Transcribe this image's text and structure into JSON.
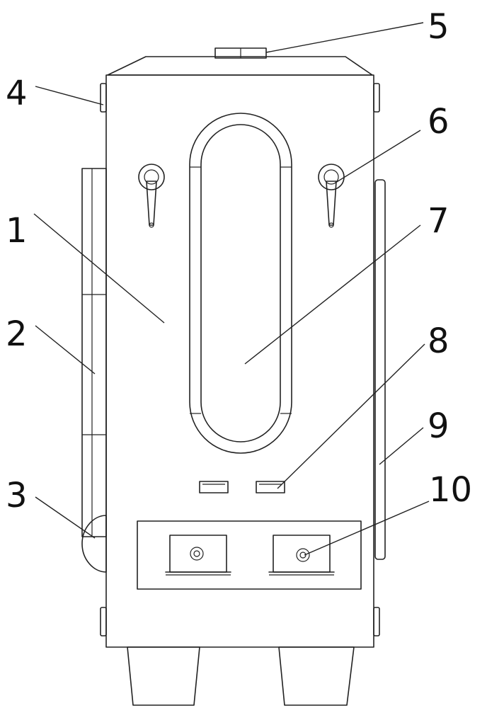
{
  "callouts": [
    {
      "id": 1,
      "label": "1"
    },
    {
      "id": 2,
      "label": "2"
    },
    {
      "id": 3,
      "label": "3"
    },
    {
      "id": 4,
      "label": "4"
    },
    {
      "id": 5,
      "label": "5"
    },
    {
      "id": 6,
      "label": "6"
    },
    {
      "id": 7,
      "label": "7"
    },
    {
      "id": 8,
      "label": "8"
    },
    {
      "id": 9,
      "label": "9"
    },
    {
      "id": 10,
      "label": "10"
    }
  ]
}
